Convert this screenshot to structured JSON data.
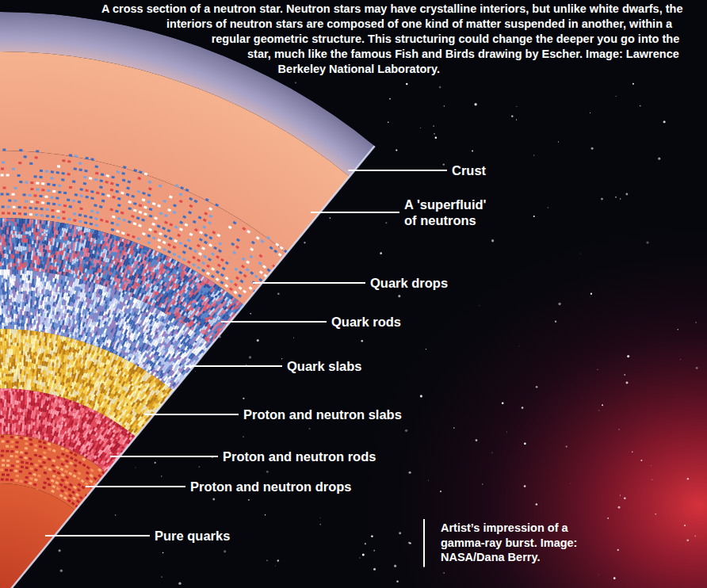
{
  "diagram": {
    "caption": "A cross section of a neutron star. Neutron stars may have crystalline interiors, but unlike white dwarfs, the interiors of neutron stars are composed of one kind of matter suspended in another, within a regular geometric structure. This structuring could change the deeper you go into the star, much like the famous Fish and Birds drawing by Escher. Image: Lawrence Berkeley National Laboratory.",
    "labels": [
      "Crust",
      "A 'superfluid' of neutrons",
      "Quark drops",
      "Quark rods",
      "Quark slabs",
      "Proton and neutron slabs",
      "Proton and neutron rods",
      "Proton and neutron drops",
      "Pure quarks",
      "Artist’s impression of a gamma-ray burst. Image: NASA/Dana Berry."
    ]
  }
}
